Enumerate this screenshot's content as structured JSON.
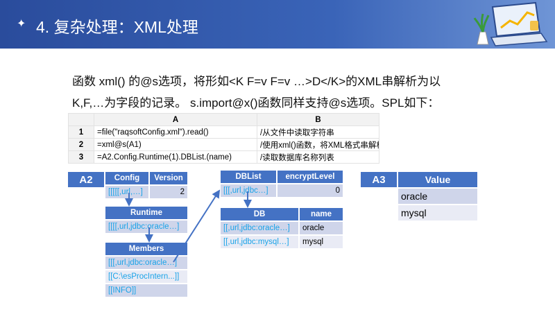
{
  "header": {
    "title": "4. 复杂处理：XML处理",
    "icon": "star-icon"
  },
  "intro": {
    "line1": "函数 xml() 的@s选项，将形如<K F=v F=v …>D</K>的XML串解析为以",
    "line2": "K,F,…为字段的记录。 s.import@x()函数同样支持@s选项。SPL如下："
  },
  "grid": {
    "columns": [
      "A",
      "B"
    ],
    "rows": [
      {
        "n": "1",
        "a": "=file(\"raqsoftConfig.xml\").read()",
        "b": "/从文件中读取字符串"
      },
      {
        "n": "2",
        "a": "=xml@s(A1)",
        "b": "/使用xml()函数，将XML格式串解析成多层记录或序表"
      },
      {
        "n": "3",
        "a": "=A2.Config.Runtime(1).DBList.(name)",
        "b": "/读取数据库名称列表"
      }
    ]
  },
  "a2": {
    "label": "A2",
    "config": {
      "h1": "Config",
      "h2": "Version",
      "v1": "[[[[[,url,…]",
      "v2": "2"
    },
    "runtime": {
      "h": "Runtime",
      "v": "[[[[,url,jdbc:oracle…]"
    },
    "members": {
      "h": "Members",
      "rows": [
        "[[[,url,jdbc:oracle…]",
        "[[C:\\esProcIntern...]]",
        "[[INFO]]"
      ]
    },
    "dblist": {
      "h1": "DBList",
      "h2": "encryptLevel",
      "v1": "[[[,url,jdbc…]",
      "v2": "0"
    },
    "db": {
      "h1": "DB",
      "h2": "name",
      "rows": [
        {
          "db": "[[,url,jdbc:oracle…]",
          "name": "oracle"
        },
        {
          "db": "[[,url,jdbc:mysql…]",
          "name": "mysql"
        }
      ]
    }
  },
  "a3": {
    "label": "A3",
    "header": "Value",
    "rows": [
      "oracle",
      "mysql"
    ]
  }
}
